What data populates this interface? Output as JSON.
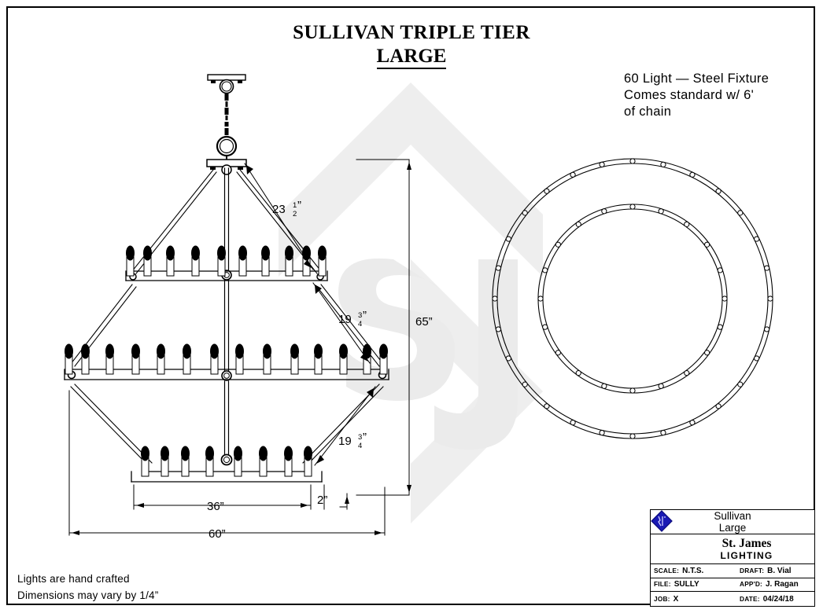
{
  "sheet": {
    "title_line1": "SULLIVAN TRIPLE TIER",
    "title_line2": "LARGE"
  },
  "description": "60 Light — Steel Fixture\nComes standard w/ 6'\nof chain",
  "notes": "Lights are hand crafted\nDimensions may vary by 1/4”",
  "dimensions": {
    "upper_arm": "23",
    "upper_arm_num": "1",
    "upper_arm_den": "2",
    "upper_arm_unit": "”",
    "mid_arm": "19",
    "mid_arm_num": "3",
    "mid_arm_den": "4",
    "mid_arm_unit": "”",
    "lower_arm": "19",
    "lower_arm_num": "3",
    "lower_arm_den": "4",
    "lower_arm_unit": "”",
    "height": "65”",
    "bottom_tier_width": "36”",
    "offset": "2”",
    "overall_width": "60”"
  },
  "title_block": {
    "name_line1": "Sullivan",
    "name_line2": "Large",
    "brand": "St. James",
    "brand_sub": "LIGHTING",
    "fields": [
      {
        "key": "SCALE:",
        "value": "N.T.S.",
        "key2": "DRAFT:",
        "value2": "B. Vial"
      },
      {
        "key": "FILE:",
        "value": "SULLY",
        "key2": "APP'D:",
        "value2": "J. Ragan"
      },
      {
        "key": "JOB:",
        "value": "X",
        "key2": "DATE:",
        "value2": "04/24/18"
      }
    ],
    "logo_color": "#1a1ab4"
  },
  "watermark": {
    "letters": "SJ",
    "color": "#eeeeee"
  },
  "fixture": {
    "tiers": [
      {
        "name": "top-tier",
        "candles": 10
      },
      {
        "name": "middle-tier",
        "candles": 14
      },
      {
        "name": "bottom-tier",
        "candles": 8
      }
    ],
    "plan_view": {
      "outer_ring_lights": 28,
      "inner_ring_lights": 20
    }
  }
}
